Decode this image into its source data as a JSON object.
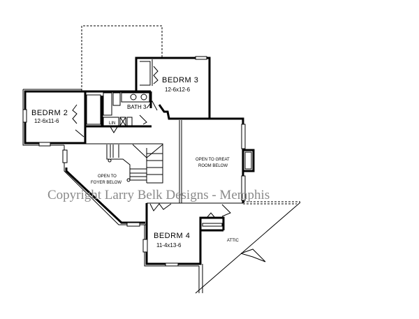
{
  "rooms": {
    "bedroom2": {
      "name": "BEDRM 2",
      "size": "12-6x11-6"
    },
    "bedroom3": {
      "name": "BEDRM 3",
      "size": "12-6x12-6"
    },
    "bath3": {
      "name": "BATH 3"
    },
    "linen": {
      "name": "LIN"
    },
    "great_room": {
      "line1": "OPEN TO GREAT",
      "line2": "ROOM BELOW"
    },
    "foyer": {
      "line1": "OPEN TO",
      "line2": "FOYER BELOW"
    },
    "bedroom4": {
      "name": "BEDRM 4",
      "size": "11-4x13-6"
    },
    "attic": {
      "name": "ATTIC"
    }
  },
  "watermark": "Copyright Larry Belk Designs - Memphis"
}
